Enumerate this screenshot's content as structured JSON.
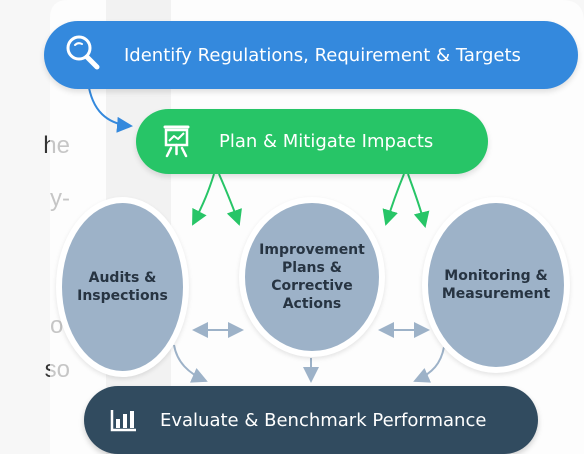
{
  "left_text": {
    "line_1": "he",
    "line_2": "y-",
    "line_3": "of",
    "line_4": "so"
  },
  "top_step": {
    "label": "Identify Regulations, Requirement & Targets",
    "icon": "search-icon"
  },
  "middle_step": {
    "label": "Plan & Mitigate Impacts",
    "icon": "presentation-chart-icon"
  },
  "circles": {
    "left": "Audits &\nInspections",
    "center": "Improvement\nPlans & Corrective\nActions",
    "right": "Monitoring &\nMeasurement"
  },
  "bottom_step": {
    "label": "Evaluate & Benchmark Performance",
    "icon": "bar-chart-icon"
  },
  "colors": {
    "blue": "#3489dd",
    "green": "#27c567",
    "navy": "#314b5f",
    "circle": "#9db2c8",
    "arrow_blue": "#3489dd",
    "arrow_green": "#27c567",
    "arrow_gray": "#9db2c8"
  }
}
